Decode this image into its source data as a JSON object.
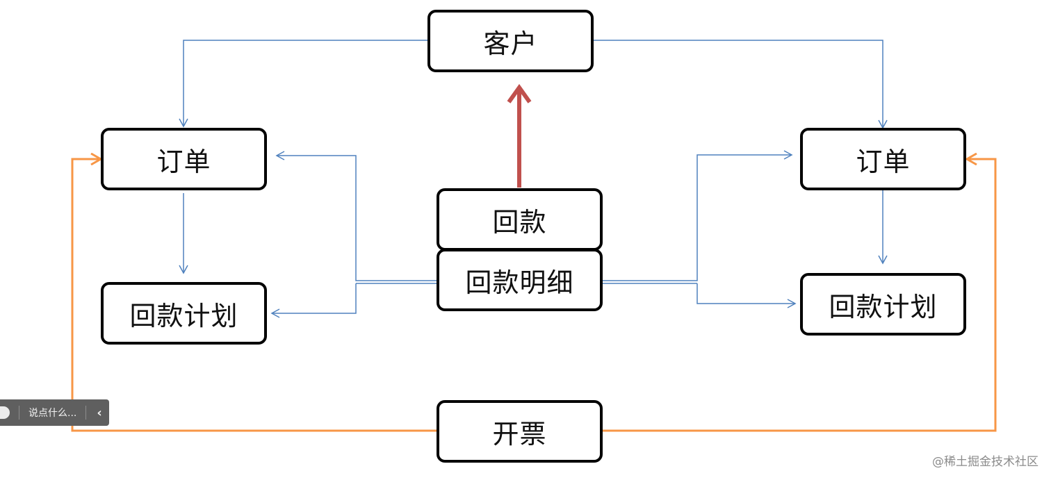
{
  "nodes": {
    "customer": "客户",
    "order_left": "订单",
    "order_right": "订单",
    "payment": "回款",
    "payment_detail": "回款明细",
    "payment_plan_left": "回款计划",
    "payment_plan_right": "回款计划",
    "invoice": "开票"
  },
  "comment_bar": {
    "placeholder": "说点什么...",
    "collapse_icon": "chevron-left-icon"
  },
  "watermark": "@稀土掘金技术社区",
  "colors": {
    "blue_connector": "#4f81bd",
    "orange_connector": "#f79646",
    "red_arrow": "#c0504d"
  }
}
